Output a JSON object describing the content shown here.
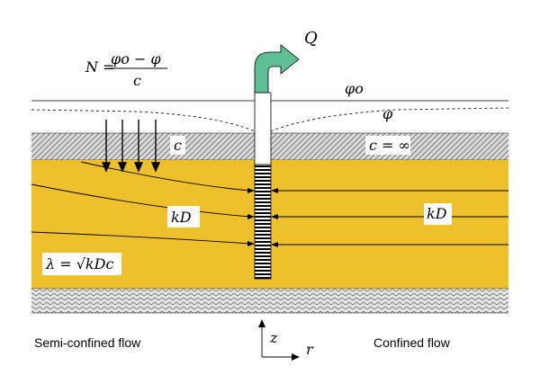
{
  "equations": {
    "leakage_lhs": "N =",
    "leakage_numerator": "φo − φ",
    "leakage_denominator": "c",
    "lambda": "λ = √kDc"
  },
  "labels": {
    "discharge": "Q",
    "phi_o": "φo",
    "phi": "φ",
    "c_left": "c",
    "c_right": "c = ∞",
    "kD_left": "kD",
    "kD_right": "kD",
    "axis_z": "z",
    "axis_r": "r",
    "caption_left": "Semi-confined flow",
    "caption_right": "Confined flow"
  },
  "colors": {
    "aquifer": "#eec12c",
    "arrow_fill": "#5dbf93",
    "hatch_band": "#d8d8d8",
    "line": "#000000"
  }
}
